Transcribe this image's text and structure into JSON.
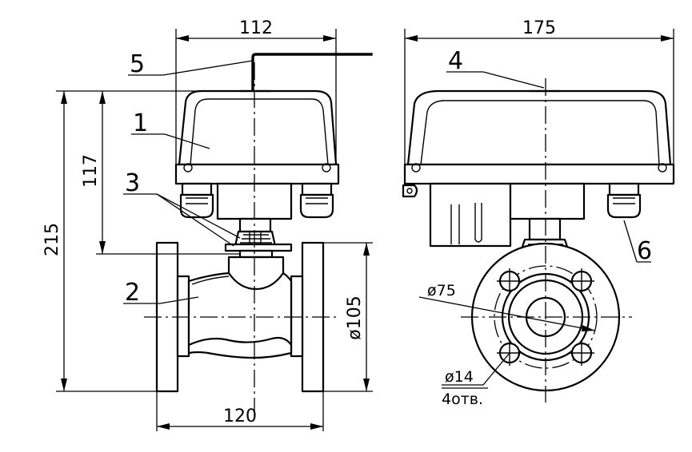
{
  "dimensions": {
    "width_top_left": "112",
    "width_top_right": "175",
    "height_total": "215",
    "height_actuator": "117",
    "flange_diameter": "ø105",
    "flange_length": "120",
    "bolt_circle": "ø75",
    "hole_diameter": "ø14",
    "hole_count": "4отв."
  },
  "part_labels": {
    "actuator": "1",
    "valve_body": "2",
    "stem_seal": "3",
    "cover_screw": "4",
    "cable": "5",
    "cable_gland": "6"
  }
}
